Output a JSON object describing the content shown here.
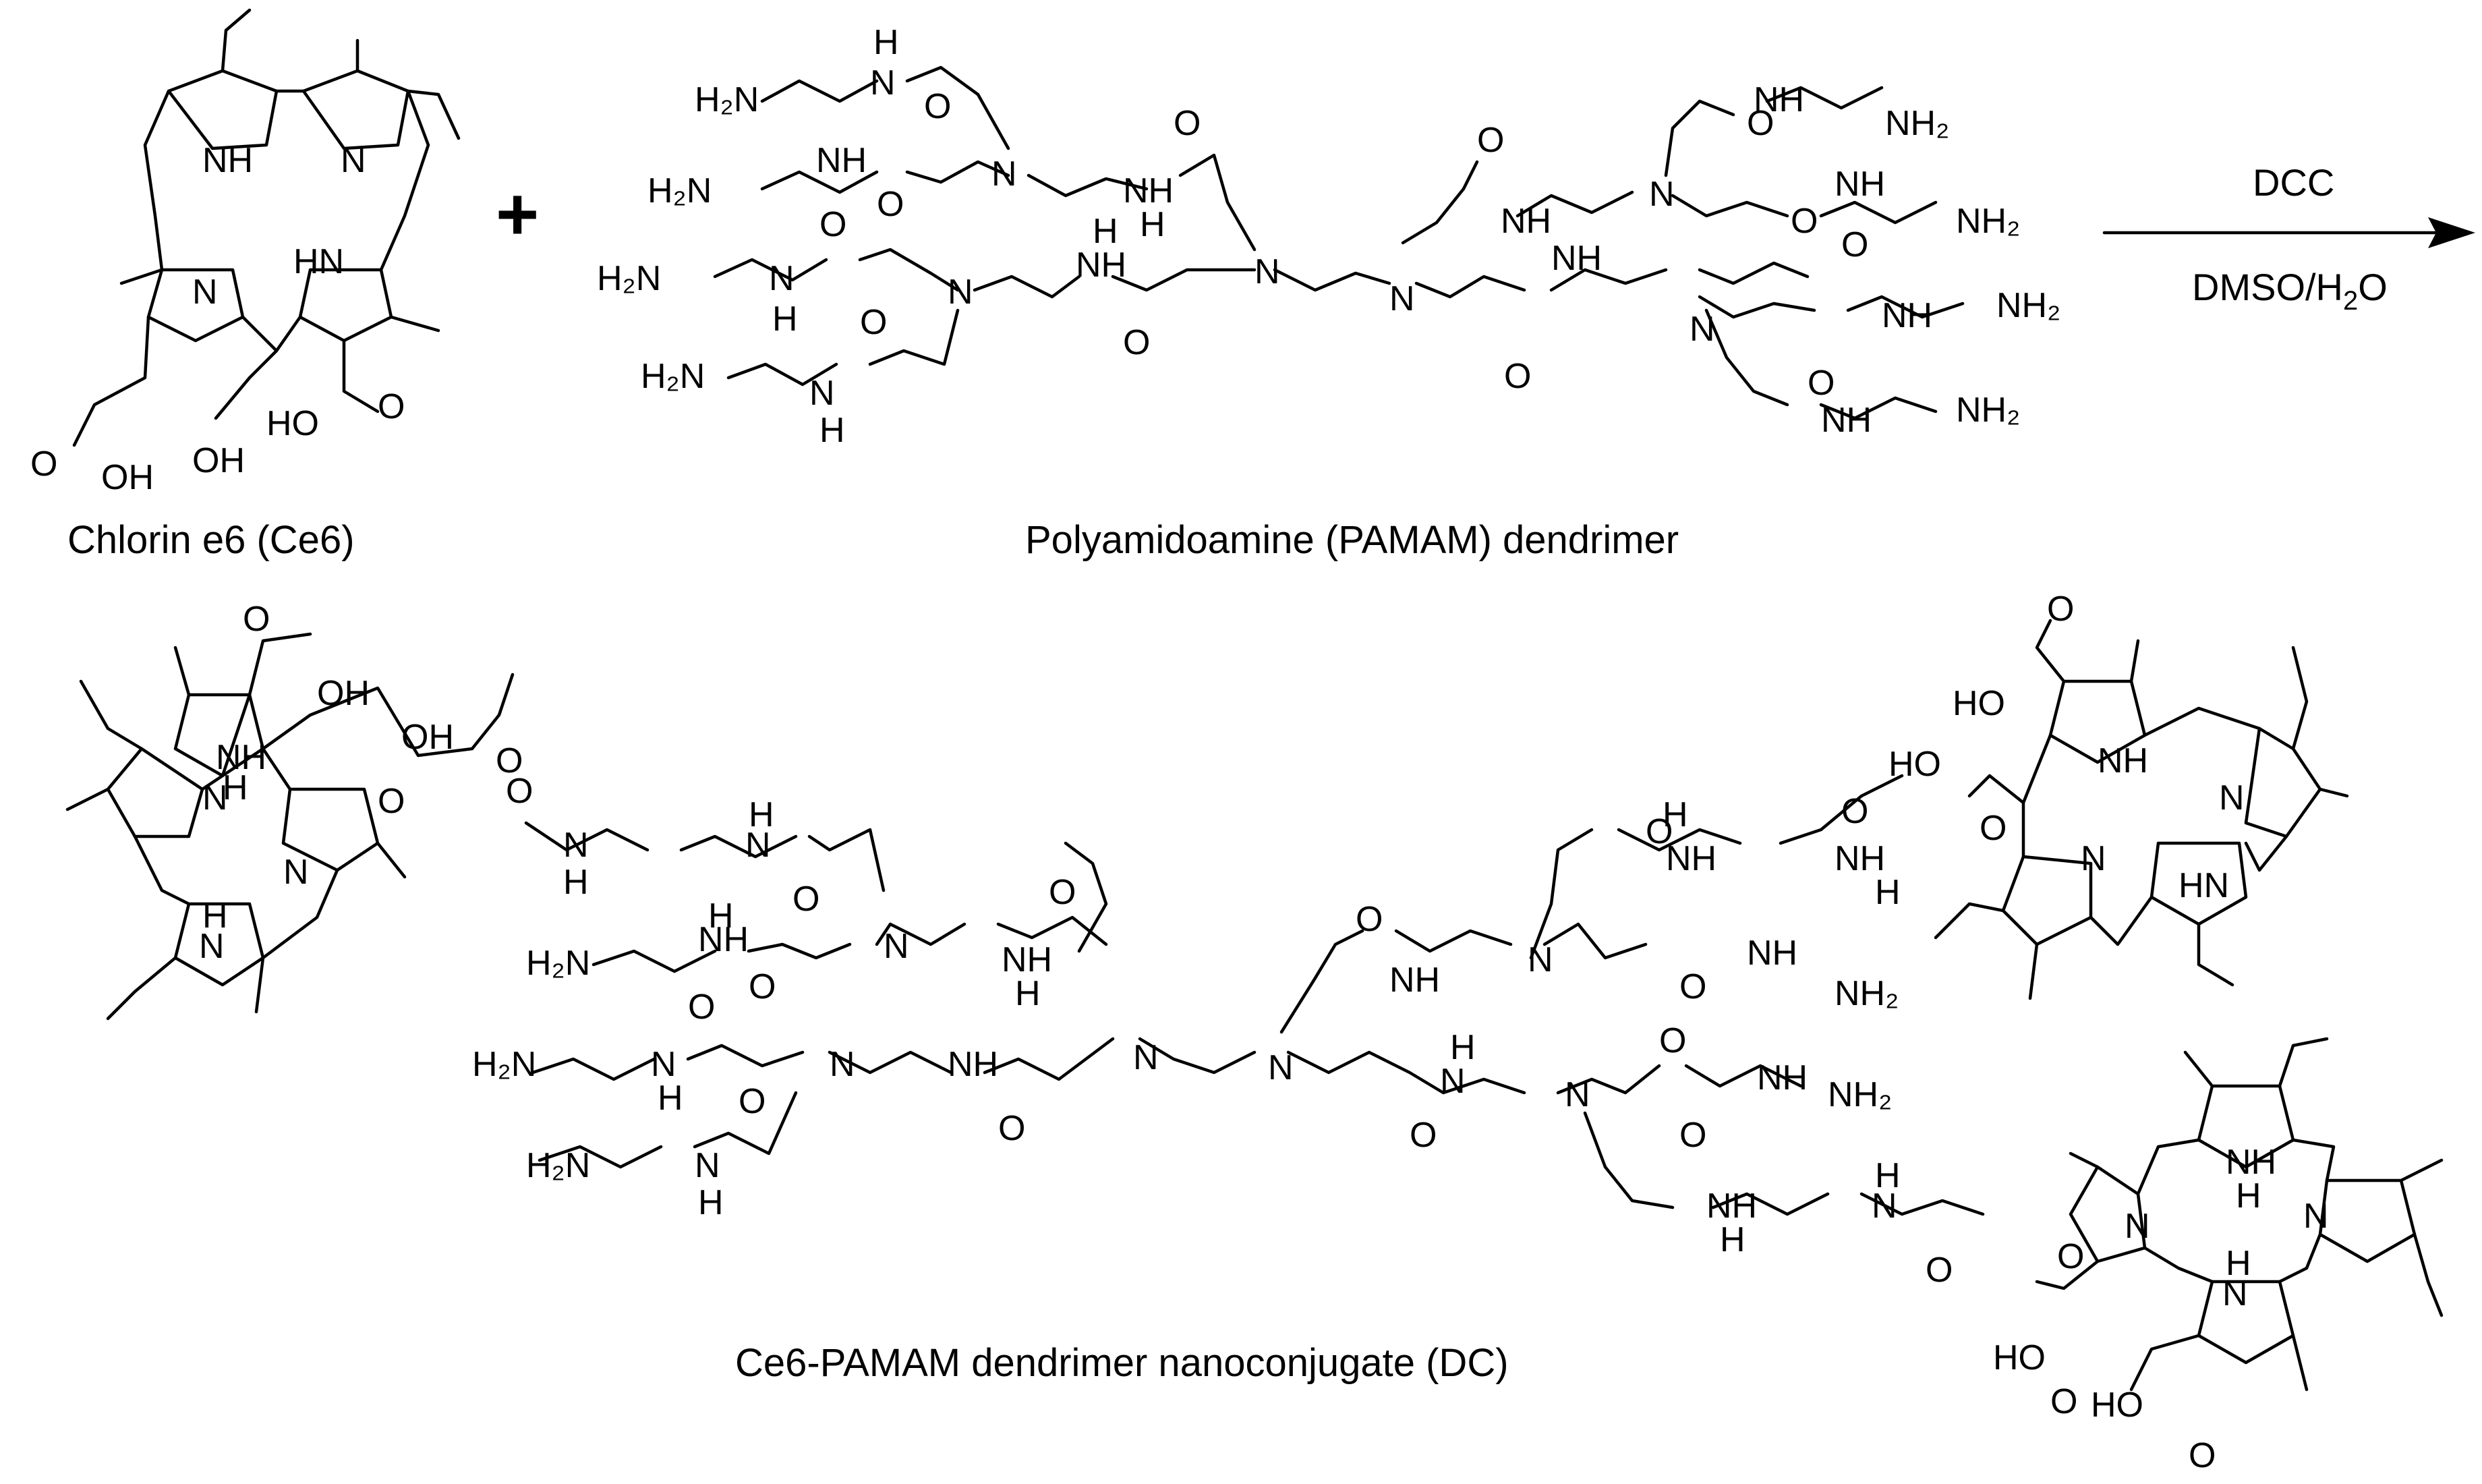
{
  "reactants": {
    "ce6": {
      "caption": "Chlorin e6 (Ce6)"
    },
    "plus": "+",
    "pamam": {
      "caption": "Polyamidoamine (PAMAM) dendrimer"
    }
  },
  "reaction": {
    "reagent": "DCC",
    "solvent_main": "DMSO/H",
    "solvent_sub": "2",
    "solvent_tail": "O"
  },
  "product": {
    "caption": "Ce6-PAMAM dendrimer nanoconjugate (DC)"
  },
  "atom_labels": {
    "NH": "NH",
    "N": "N",
    "HN": "HN",
    "H": "H",
    "O": "O",
    "OH": "OH",
    "HO": "HO",
    "H2N": "H₂N",
    "NH2": "NH₂"
  }
}
